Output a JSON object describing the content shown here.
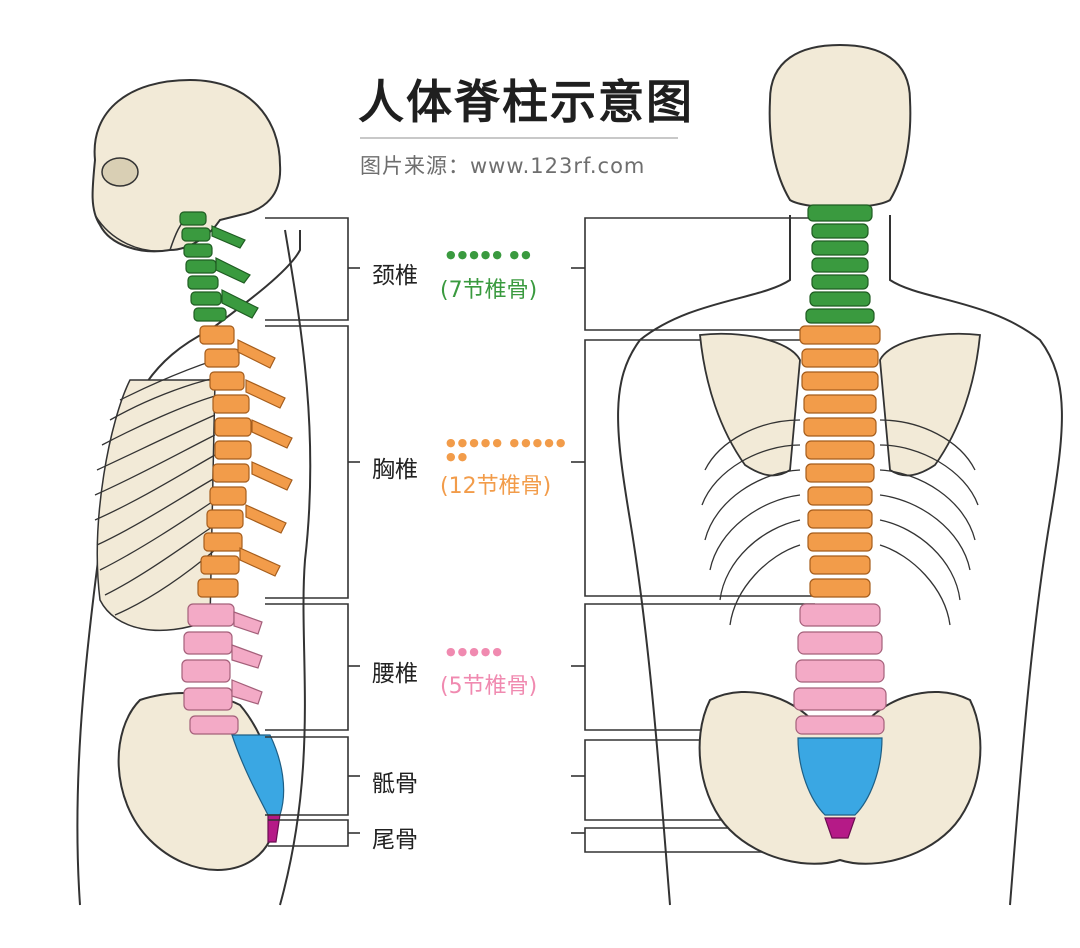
{
  "title": "人体脊柱示意图",
  "source": "图片来源：www.123rf.com",
  "colors": {
    "cervical": "#3a9a3f",
    "thoracic": "#f29c4a",
    "lumbar": "#f3aac6",
    "sacrum": "#3aa7e3",
    "coccyx": "#b51a87",
    "bone": "#f2ead7",
    "outline": "#333333"
  },
  "sections": [
    {
      "label": "颈椎",
      "count": "(7节椎骨)",
      "dots": "●●●●● ●●"
    },
    {
      "label": "胸椎",
      "count": "(12节椎骨)",
      "dots": "●●●●● ●●●●●",
      "dots2": "●●"
    },
    {
      "label": "腰椎",
      "count": "(5节椎骨)",
      "dots": "●●●●●"
    },
    {
      "label": "骶骨"
    },
    {
      "label": "尾骨"
    }
  ]
}
